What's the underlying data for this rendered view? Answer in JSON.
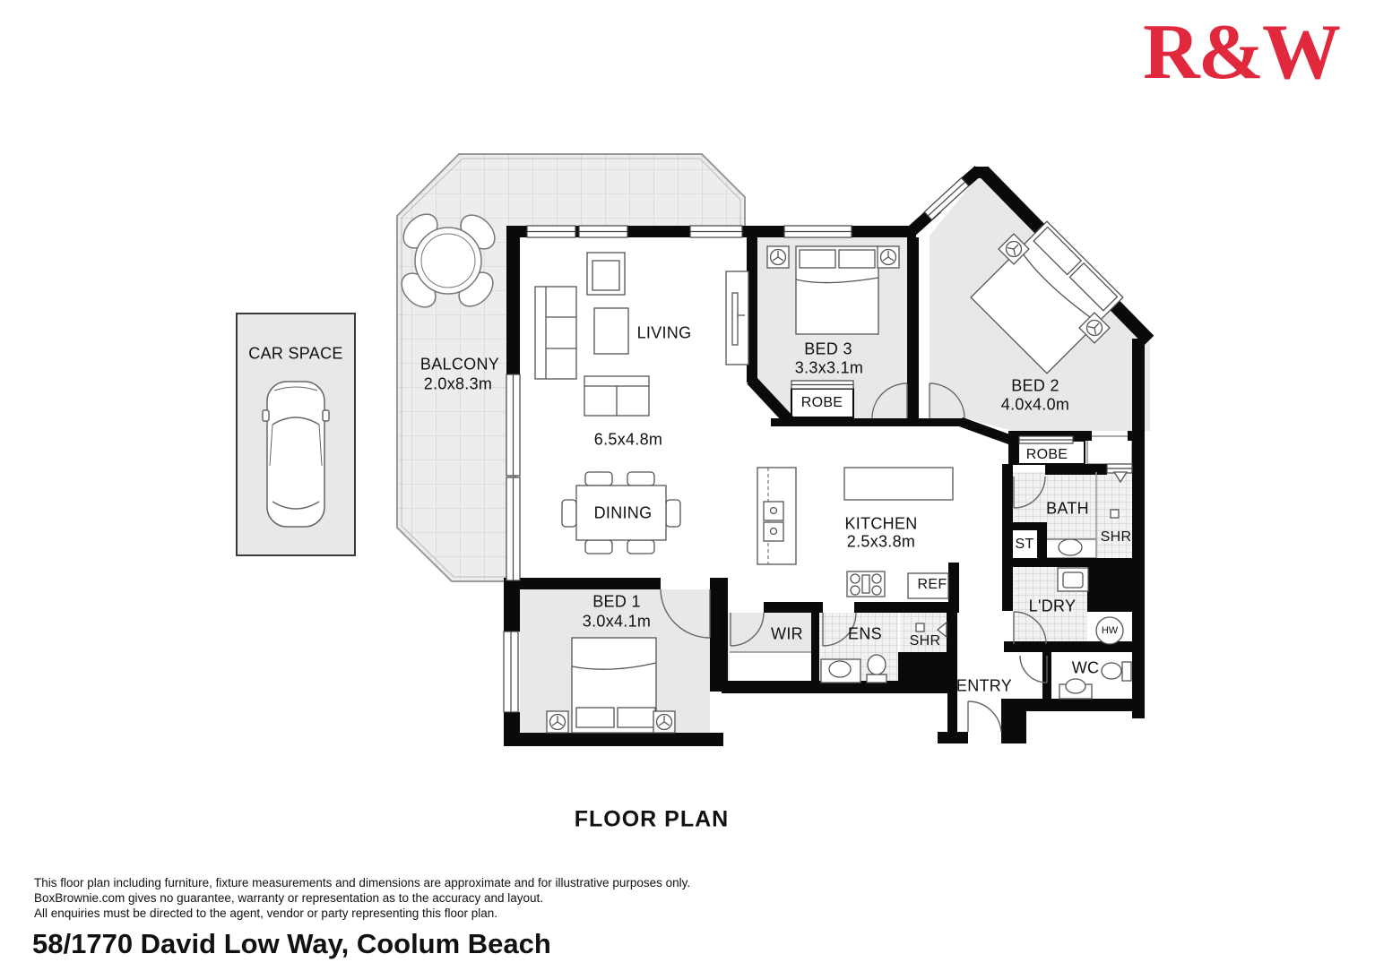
{
  "logo": {
    "text": "R&W",
    "color": "#e1293e"
  },
  "title": "FLOOR PLAN",
  "address": "58/1770 David Low Way, Coolum Beach",
  "disclaimer": [
    "This floor plan including furniture, fixture measurements and dimensions are approximate and for illustrative purposes only.",
    "BoxBrownie.com gives no guarantee, warranty or representation as to the accuracy and layout.",
    "All enquiries must be directed to the agent, vendor or party representing this floor plan."
  ],
  "colors": {
    "wall": "#0a0a0a",
    "room_gray": "#e8e8e8",
    "balcony_gray": "#ededed",
    "tile_line": "#c9c9c9",
    "logo_red": "#e1293e"
  },
  "rooms": {
    "balcony": {
      "label": "BALCONY",
      "dim": "2.0x8.3m"
    },
    "living": {
      "label": "LIVING",
      "dim": "6.5x4.8m"
    },
    "dining": {
      "label": "DINING"
    },
    "kitchen": {
      "label": "KITCHEN",
      "dim": "2.5x3.8m"
    },
    "bed1": {
      "label": "BED 1",
      "dim": "3.0x4.1m"
    },
    "bed2": {
      "label": "BED 2",
      "dim": "4.0x4.0m"
    },
    "bed3": {
      "label": "BED 3",
      "dim": "3.3x3.1m"
    },
    "bath": {
      "label": "BATH"
    },
    "ens": {
      "label": "ENS"
    },
    "wir": {
      "label": "WIR"
    },
    "ldry": {
      "label": "L'DRY"
    },
    "wc": {
      "label": "WC"
    },
    "entry": {
      "label": "ENTRY"
    },
    "st": {
      "label": "ST"
    },
    "carspace": {
      "label": "CAR SPACE"
    },
    "robe_bed3": {
      "label": "ROBE"
    },
    "robe_bed2": {
      "label": "ROBE"
    },
    "shr_bath": {
      "label": "SHR"
    },
    "shr_ens": {
      "label": "SHR"
    },
    "ref": {
      "label": "REF"
    },
    "hw": {
      "label": "HW"
    }
  }
}
